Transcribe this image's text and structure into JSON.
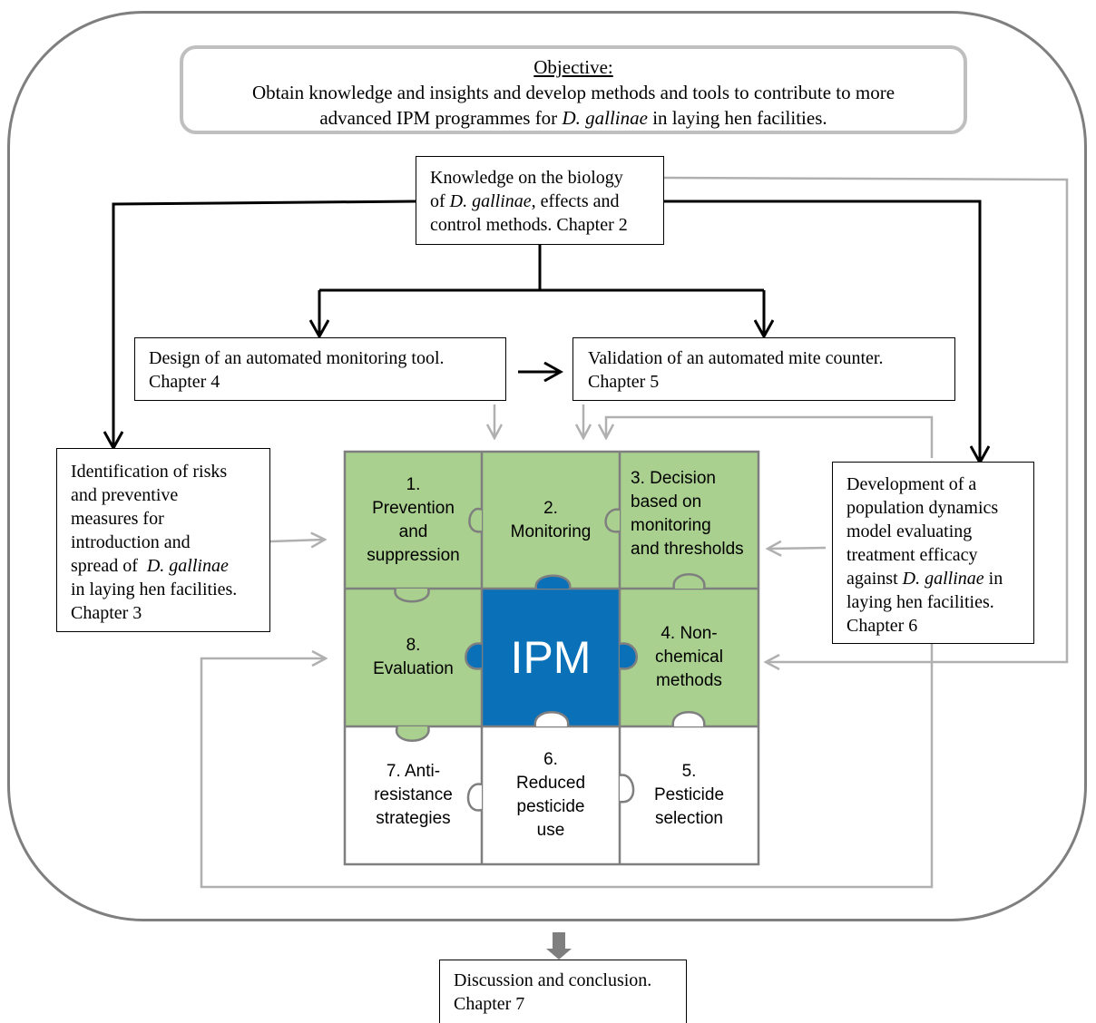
{
  "objective": {
    "heading": "Objective:",
    "line1": "Obtain knowledge and insights and develop methods and tools to contribute to more",
    "line2_pre": "advanced IPM programmes for ",
    "line2_italic": "D. gallinae",
    "line2_post": " in laying hen facilities."
  },
  "boxes": {
    "knowledge": {
      "l1": "Knowledge on the biology",
      "l2_pre": "of ",
      "l2_italic": "D. gallinae",
      "l2_post": ", effects and",
      "l3": "control methods. Chapter 2"
    },
    "design": {
      "l1": "Design of an automated monitoring tool.",
      "l2": "Chapter 4"
    },
    "validation": {
      "l1": "Validation of an automated mite counter.",
      "l2": "Chapter 5"
    },
    "identification": {
      "l1": "Identification of risks",
      "l2": "and preventive",
      "l3": "measures for",
      "l4": "introduction and",
      "l5_pre": "spread of  ",
      "l5_italic": "D. gallinae",
      "l6": "in laying hen facilities.",
      "l7": "Chapter 3"
    },
    "development": {
      "l1": "Development of a",
      "l2": "population dynamics",
      "l3": "model evaluating",
      "l4": "treatment efficacy",
      "l5_pre": "against ",
      "l5_italic": "D. gallinae",
      "l5_post": " in",
      "l6": "laying hen facilities.",
      "l7": "Chapter 6"
    },
    "discussion": {
      "l1": "Discussion and conclusion.",
      "l2": "Chapter 7"
    }
  },
  "puzzle": {
    "center": "IPM",
    "t1": "1.\nPrevention\nand\nsuppression",
    "t2": "2.\nMonitoring",
    "t3": "3. Decision\nbased on\nmonitoring\nand thresholds",
    "t4": "4. Non-\nchemical\nmethods",
    "t5": "5.\nPesticide\nselection",
    "t6": "6.\nReduced\npesticide\nuse",
    "t7": "7.  Anti-\nresistance\nstrategies",
    "t8": "8.\nEvaluation"
  },
  "colors": {
    "green": "#a9d08e",
    "blue": "#0a70b8",
    "grey_arrow": "#b0b0b0",
    "frame": "#7f7f7f"
  }
}
